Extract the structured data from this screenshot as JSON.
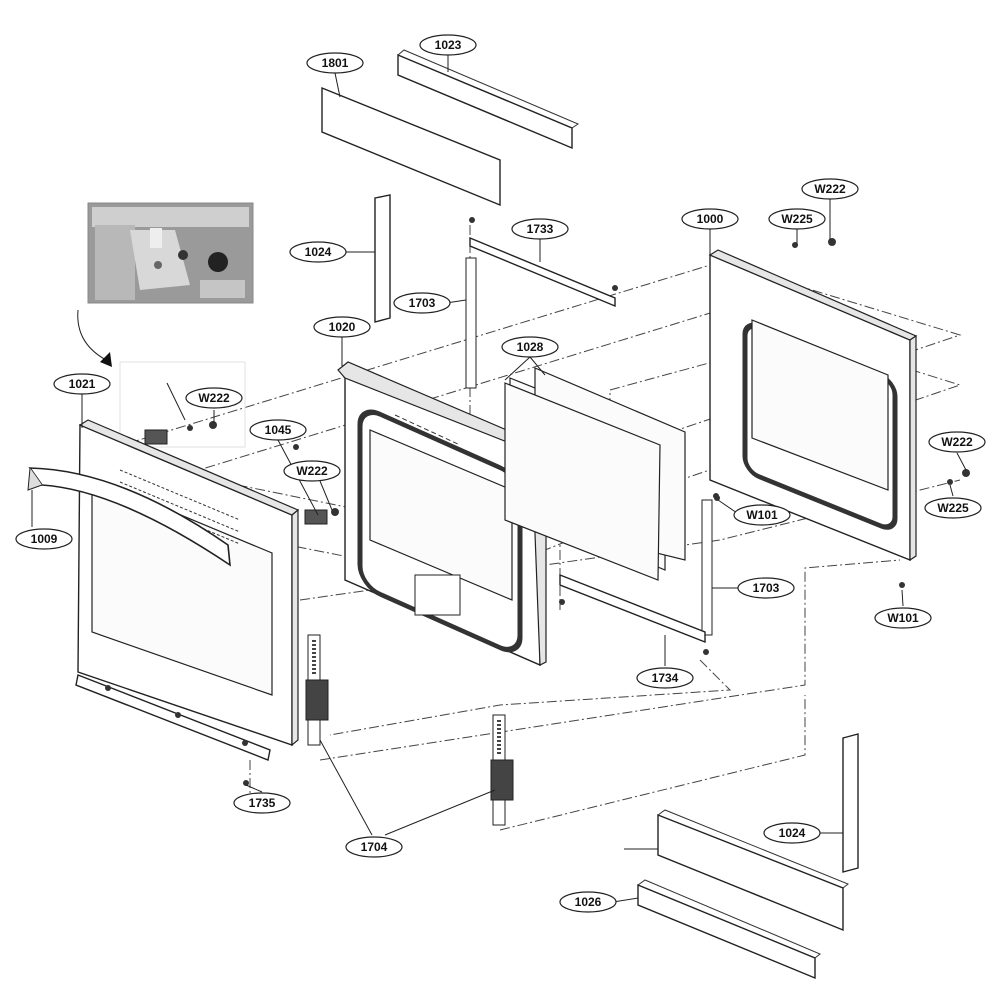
{
  "callouts": {
    "p1801": "1801",
    "p1023": "1023",
    "p1024_top": "1024",
    "p1733": "1733",
    "p1000": "1000",
    "w222_top": "W222",
    "w225_top": "W225",
    "p1703_top": "1703",
    "p1020": "1020",
    "p1028": "1028",
    "p1021": "1021",
    "w222_left": "W222",
    "p1045": "1045",
    "w222_mid": "W222",
    "p1009": "1009",
    "w222_right": "W222",
    "w101_mid": "W101",
    "w225_right": "W225",
    "p1703_bottom": "1703",
    "w101_bottom": "W101",
    "p1734": "1734",
    "p1735": "1735",
    "p1704": "1704",
    "p1024_bottom": "1024",
    "p1026": "1026"
  },
  "inset_photo": {
    "icon": "hinge-bracket-photo"
  }
}
